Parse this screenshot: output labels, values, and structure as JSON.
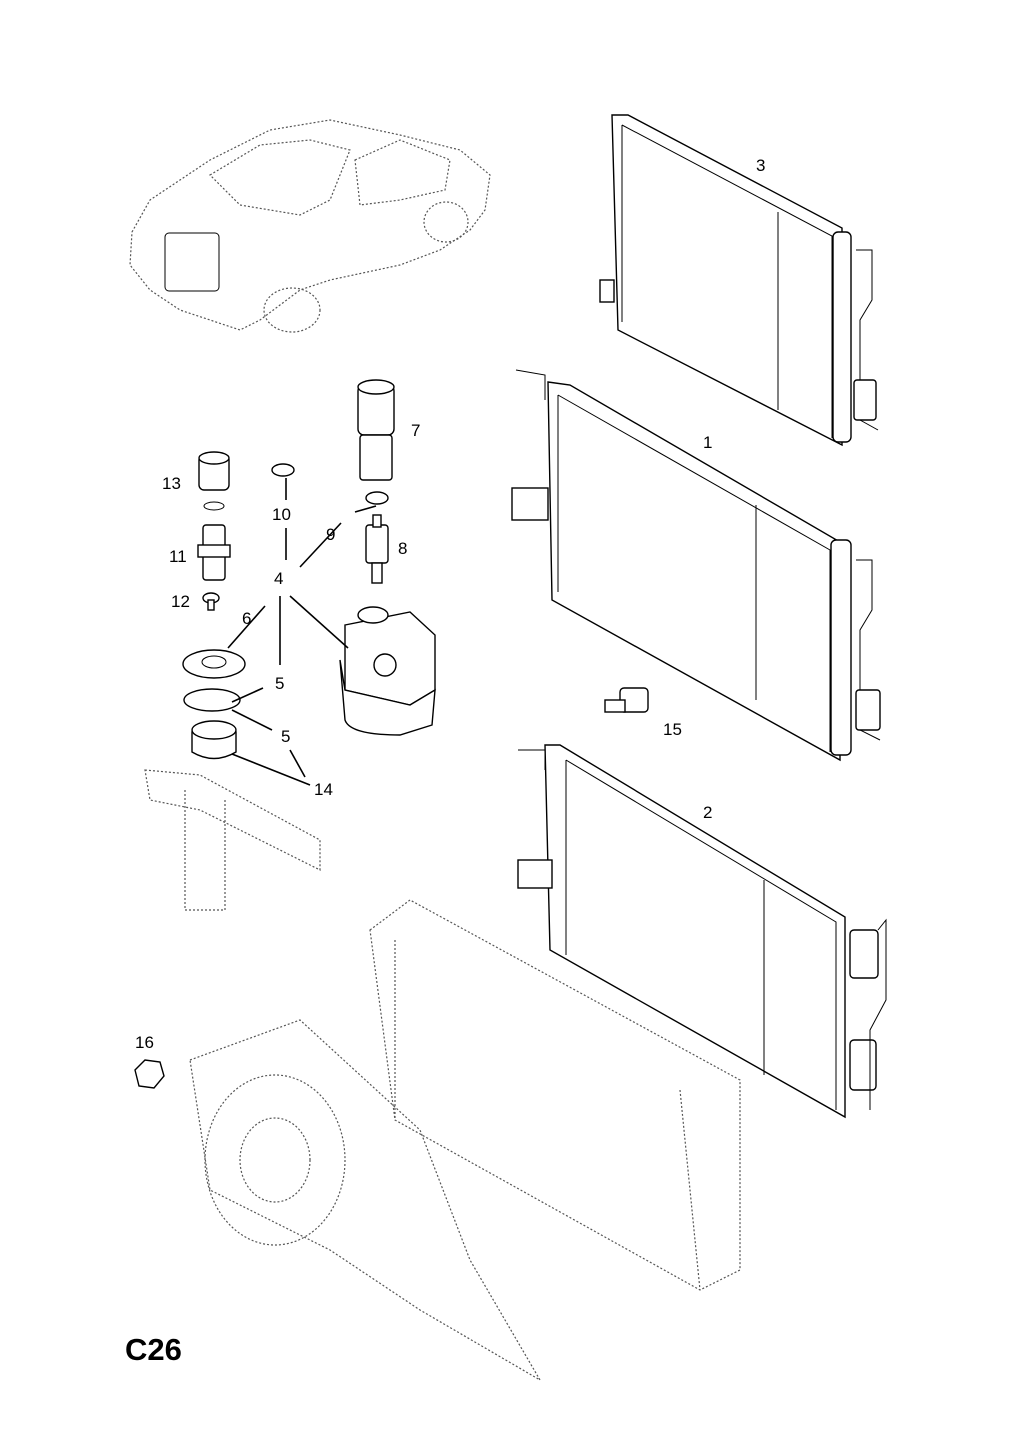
{
  "page_code": "C26",
  "callouts": [
    {
      "id": "1",
      "label": "1"
    },
    {
      "id": "2",
      "label": "2"
    },
    {
      "id": "3",
      "label": "3"
    },
    {
      "id": "4",
      "label": "4"
    },
    {
      "id": "5a",
      "label": "5"
    },
    {
      "id": "5b",
      "label": "5"
    },
    {
      "id": "6",
      "label": "6"
    },
    {
      "id": "7",
      "label": "7"
    },
    {
      "id": "8",
      "label": "8"
    },
    {
      "id": "9",
      "label": "9"
    },
    {
      "id": "10",
      "label": "10"
    },
    {
      "id": "11",
      "label": "11"
    },
    {
      "id": "12",
      "label": "12"
    },
    {
      "id": "13",
      "label": "13"
    },
    {
      "id": "14",
      "label": "14"
    },
    {
      "id": "15",
      "label": "15"
    },
    {
      "id": "16",
      "label": "16"
    }
  ]
}
